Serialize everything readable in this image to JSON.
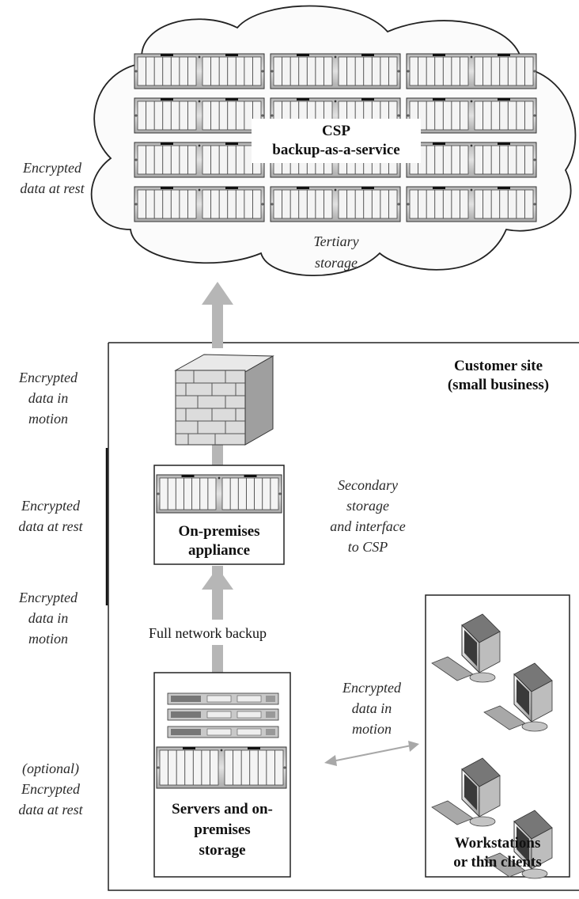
{
  "cloud": {
    "title_line1": "CSP",
    "title_line2": "backup-as-a-service",
    "tertiary_line1": "Tertiary",
    "tertiary_line2": "storage"
  },
  "customer_site": {
    "title_line1": "Customer site",
    "title_line2": "(small business)"
  },
  "appliance": {
    "label_line1": "On-premises",
    "label_line2": "appliance"
  },
  "secondary": {
    "line1": "Secondary",
    "line2": "storage",
    "line3": "and interface",
    "line4": "to CSP"
  },
  "servers": {
    "label_line1": "Servers and on-",
    "label_line2": "premises",
    "label_line3": "storage"
  },
  "workstations": {
    "label_line1": "Workstations",
    "label_line2": "or thin clients"
  },
  "backup_label": "Full network backup",
  "left_labels": {
    "rest_cloud": [
      "Encrypted",
      "data at rest"
    ],
    "motion_top": [
      "Encrypted",
      "data in",
      "motion"
    ],
    "rest_appliance": [
      "Encrypted",
      "data at rest"
    ],
    "motion_mid": [
      "Encrypted",
      "data in",
      "motion"
    ],
    "rest_optional": [
      "(optional)",
      "Encrypted",
      "data at rest"
    ]
  },
  "lan_motion": [
    "Encrypted",
    "data in",
    "motion"
  ]
}
